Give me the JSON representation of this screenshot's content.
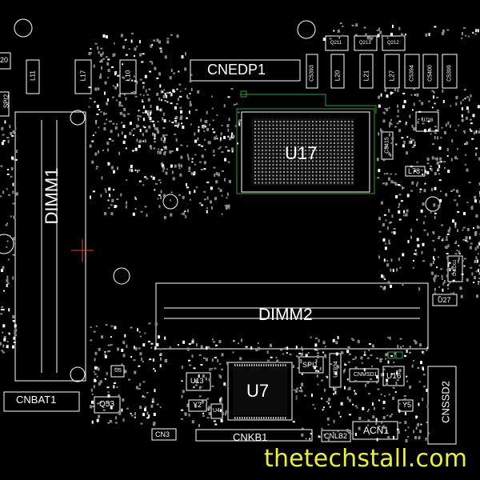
{
  "labels": {
    "cnedp1": "CNEDP1",
    "u17": "U17",
    "dimm1": "DIMM1",
    "dimm2": "DIMM2",
    "u7": "U7",
    "cnbat1": "CNBAT1",
    "cnkb1": "CNKB1",
    "cnssd2": "CNSSD2",
    "acn1": "ACN1",
    "u13": "U13",
    "u16": "U16",
    "u27": "U27",
    "l78": "L78",
    "q53": "Q53",
    "cn3": "CN3",
    "cnlb2": "CNLB2",
    "y2": "Y2",
    "y5": "Y5",
    "u4": "U4",
    "u5": "U5",
    "spi1": "SPI1",
    "spi2": "SPI2",
    "u1934": "U1934",
    "cnmsd1": "CNMSD1",
    "l11": "L11",
    "l17": "L17",
    "l10": "L10",
    "l20": "L20",
    "l21": "L21",
    "l27": "L27",
    "c5393": "C5393",
    "c5394": "C5394",
    "c5400": "C5400",
    "c5399": "C5399",
    "c5415": "C5415",
    "q211": "Q211",
    "q213": "Q213",
    "q212": "Q212",
    "u728": "U728",
    "cnedg1": "CNEDG1",
    "pos20": "20"
  },
  "watermark": "thetechstall.com",
  "colors": {
    "background": "#000000",
    "outline": "#ffffff",
    "green_trace": "#2f9e3a",
    "watermark": "#e9ef3a"
  }
}
